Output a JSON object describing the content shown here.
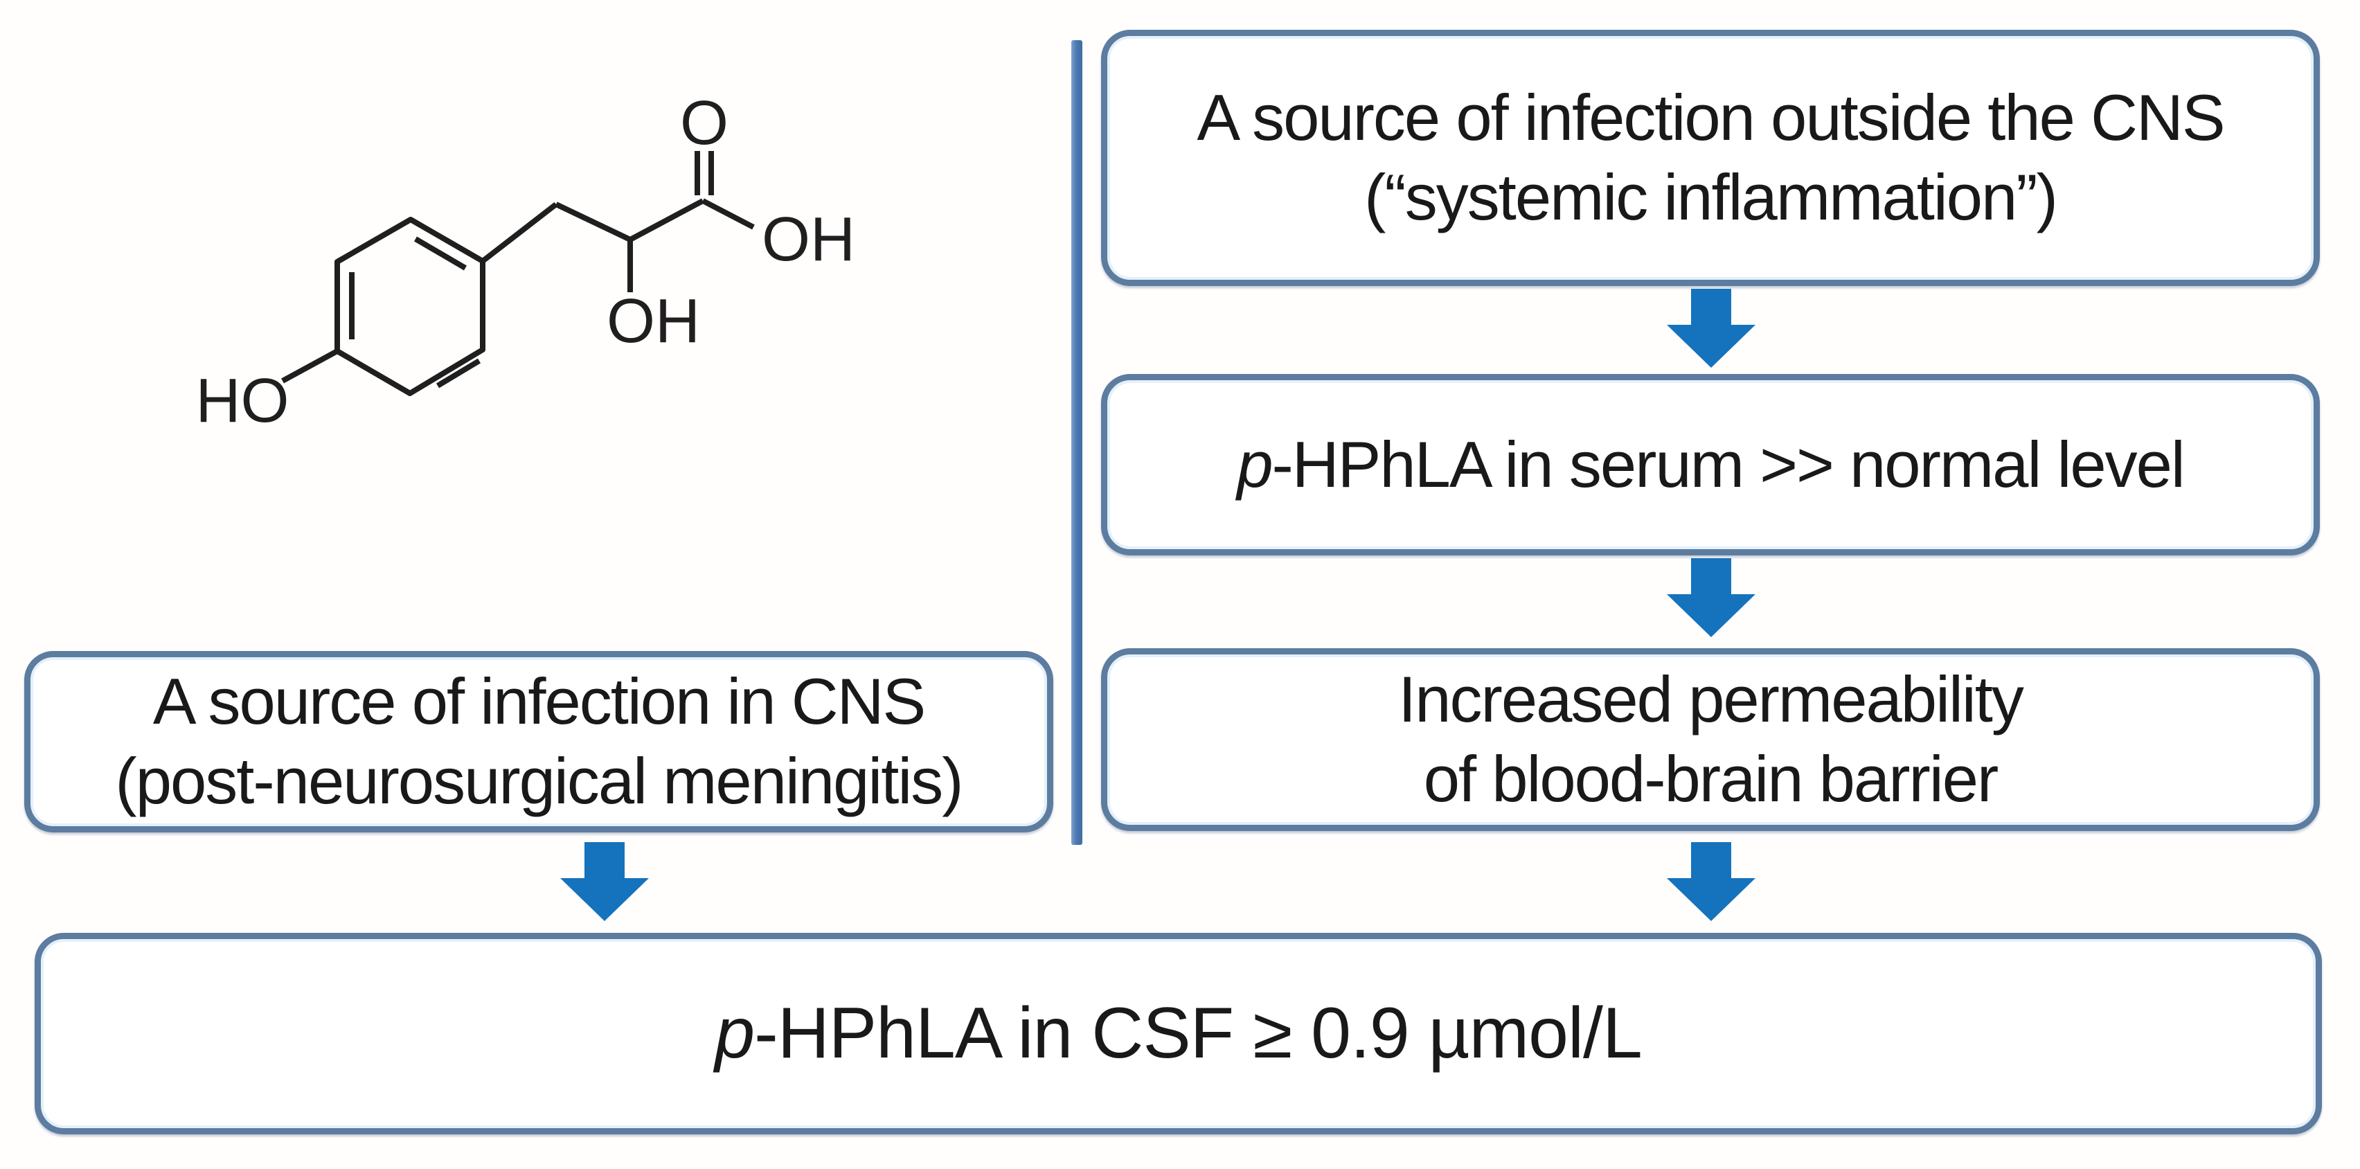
{
  "colors": {
    "background": "#fffefd",
    "box_border": "#5c7ca0",
    "box_fill": "#ffffff",
    "text": "#191919",
    "arrow_fill": "#1573bd",
    "divider_light": "#7ea2cd",
    "divider_dark": "#3f6da1",
    "bond_stroke": "#1f1f1f"
  },
  "molecule": {
    "compound": "p-hydroxyphenyllactic acid (p-HPhLA) skeletal structure",
    "labels": {
      "phenol_hydroxyl": "HO",
      "carbonyl_oxygen": "O",
      "carboxyl_hydroxyl": "OH",
      "alpha_hydroxyl": "OH"
    }
  },
  "flow": {
    "left_branch": {
      "source_box": {
        "line1": "A source of infection in CNS",
        "line2": "(post-neurosurgical meningitis)"
      }
    },
    "right_branch": {
      "box1": {
        "line1": "A source of infection outside the CNS",
        "line2": "(“systemic inflammation”)"
      },
      "box2": {
        "italic_prefix": "p",
        "text": "-HPhLA in serum >> normal level"
      },
      "box3": {
        "line1": "Increased permeability",
        "line2": "of blood-brain barrier"
      }
    },
    "result_box": {
      "italic_prefix": "p",
      "text": "-HPhLA in CSF ≥ 0.9 µmol/L"
    }
  }
}
